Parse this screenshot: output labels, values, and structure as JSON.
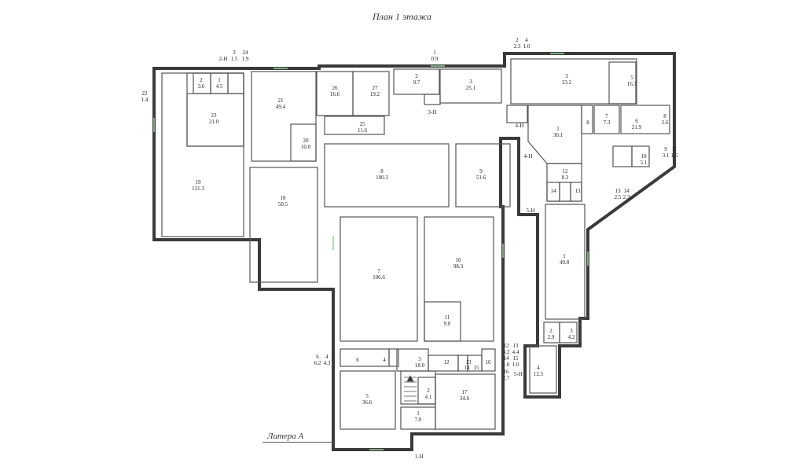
{
  "title": "План 1 этажа",
  "litera": "Литера А",
  "colors": {
    "wall": "#3a3a3a",
    "line": "#555555",
    "window": "#9acd9a"
  },
  "rooms": [
    {
      "num": "1",
      "area": "0.9"
    },
    {
      "num": "2",
      "area": "9.7"
    },
    {
      "num": "3",
      "area": "25.1"
    },
    {
      "num": "2",
      "area": "2.3"
    },
    {
      "num": "4",
      "area": "1.0"
    },
    {
      "num": "3",
      "area": "33.2"
    },
    {
      "num": "5",
      "area": "16.7"
    },
    {
      "num": "3",
      "area": "1.5"
    },
    {
      "num": "24",
      "area": "1.9"
    },
    {
      "num": "2",
      "area": "3.6"
    },
    {
      "num": "1",
      "area": "4.5"
    },
    {
      "num": "22",
      "area": "1.4"
    },
    {
      "num": "23",
      "area": "21.0"
    },
    {
      "num": "21",
      "area": "49.4"
    },
    {
      "num": "26",
      "area": "16.6"
    },
    {
      "num": "27",
      "area": "19.2"
    },
    {
      "num": "25",
      "area": "11.6"
    },
    {
      "num": "20",
      "area": "10.0"
    },
    {
      "num": "19",
      "area": "131.3"
    },
    {
      "num": "18",
      "area": "50.5"
    },
    {
      "num": "8",
      "area": "100.3"
    },
    {
      "num": "9",
      "area": "51.6"
    },
    {
      "num": "1",
      "area": "30.1"
    },
    {
      "num": "7",
      "area": "7.3"
    },
    {
      "num": "6",
      "area": "21.9"
    },
    {
      "num": "8",
      "area": "2.6"
    },
    {
      "num": "10",
      "area": "5.1"
    },
    {
      "num": "9",
      "area": "3.1"
    },
    {
      "num": "11",
      "area": "1.5"
    },
    {
      "num": "12",
      "area": "8.2"
    },
    {
      "num": "13",
      "area": "2.5"
    },
    {
      "num": "14",
      "area": "2.3"
    },
    {
      "num": "1",
      "area": "49.8"
    },
    {
      "num": "7",
      "area": "106.6"
    },
    {
      "num": "10",
      "area": "98.3"
    },
    {
      "num": "11",
      "area": "9.0"
    },
    {
      "num": "2",
      "area": "2.9"
    },
    {
      "num": "3",
      "area": "4.2"
    },
    {
      "num": "4",
      "area": "12.5"
    },
    {
      "num": "6",
      "area": "6.2"
    },
    {
      "num": "4",
      "area": "4.3"
    },
    {
      "num": "3",
      "area": "18.0"
    },
    {
      "num": "12",
      "area": "4.2"
    },
    {
      "num": "13",
      "area": "4.4"
    },
    {
      "num": "14",
      "area": "1.0"
    },
    {
      "num": "15",
      "area": "1.0"
    },
    {
      "num": "16",
      "area": "2.7"
    },
    {
      "num": "5",
      "area": "36.6"
    },
    {
      "num": "2",
      "area": "4.1"
    },
    {
      "num": "17",
      "area": "34.6"
    },
    {
      "num": "1",
      "area": "7.0"
    }
  ],
  "markers": [
    "2-Н",
    "3-Н",
    "4-Н",
    "4-Н",
    "5-Н",
    "5-Н",
    "1-Н"
  ],
  "inner_numbers": [
    "6",
    "4",
    "8",
    "14",
    "13",
    "12",
    "13",
    "14",
    "15",
    "16"
  ]
}
